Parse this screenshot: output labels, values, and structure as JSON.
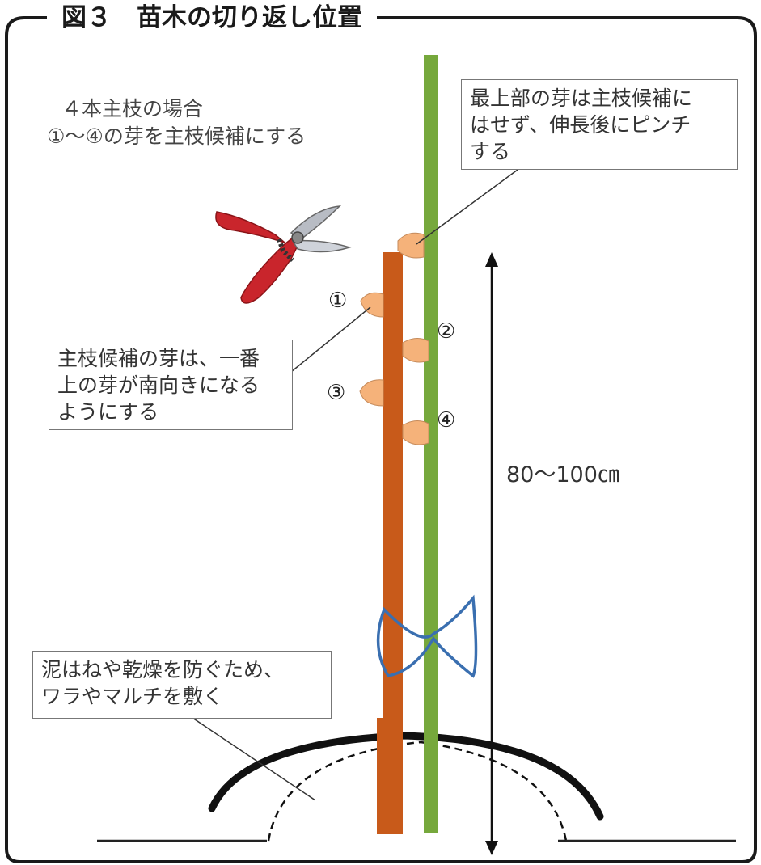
{
  "figure": {
    "title": "図３　苗木の切り返し位置"
  },
  "notes": {
    "line1": "４本主枝の場合",
    "line2": "①〜④の芽を主枝候補にする"
  },
  "callouts": {
    "top_bud": {
      "line1": "最上部の芽は主枝候補に",
      "line2": "はせず、伸長後にピンチ",
      "line3": "する"
    },
    "candidate_buds": {
      "line1": "主枝候補の芽は、一番",
      "line2": "上の芽が南向きになる",
      "line3": "ようにする"
    },
    "mulch": {
      "line1": "泥はねや乾燥を防ぐため、",
      "line2": "ワラやマルチを敷く"
    }
  },
  "bud_labels": [
    "①",
    "②",
    "③",
    "④"
  ],
  "measurement": "80〜100㎝",
  "colors": {
    "trunk": "#c85a1a",
    "stake": "#76a83c",
    "bud": "#f5b27a",
    "tie": "#3a6fb0",
    "shears_handle": "#c9252c",
    "frame": "#1a1a1a"
  },
  "icons": {
    "shears": "pruning-shears-icon"
  }
}
